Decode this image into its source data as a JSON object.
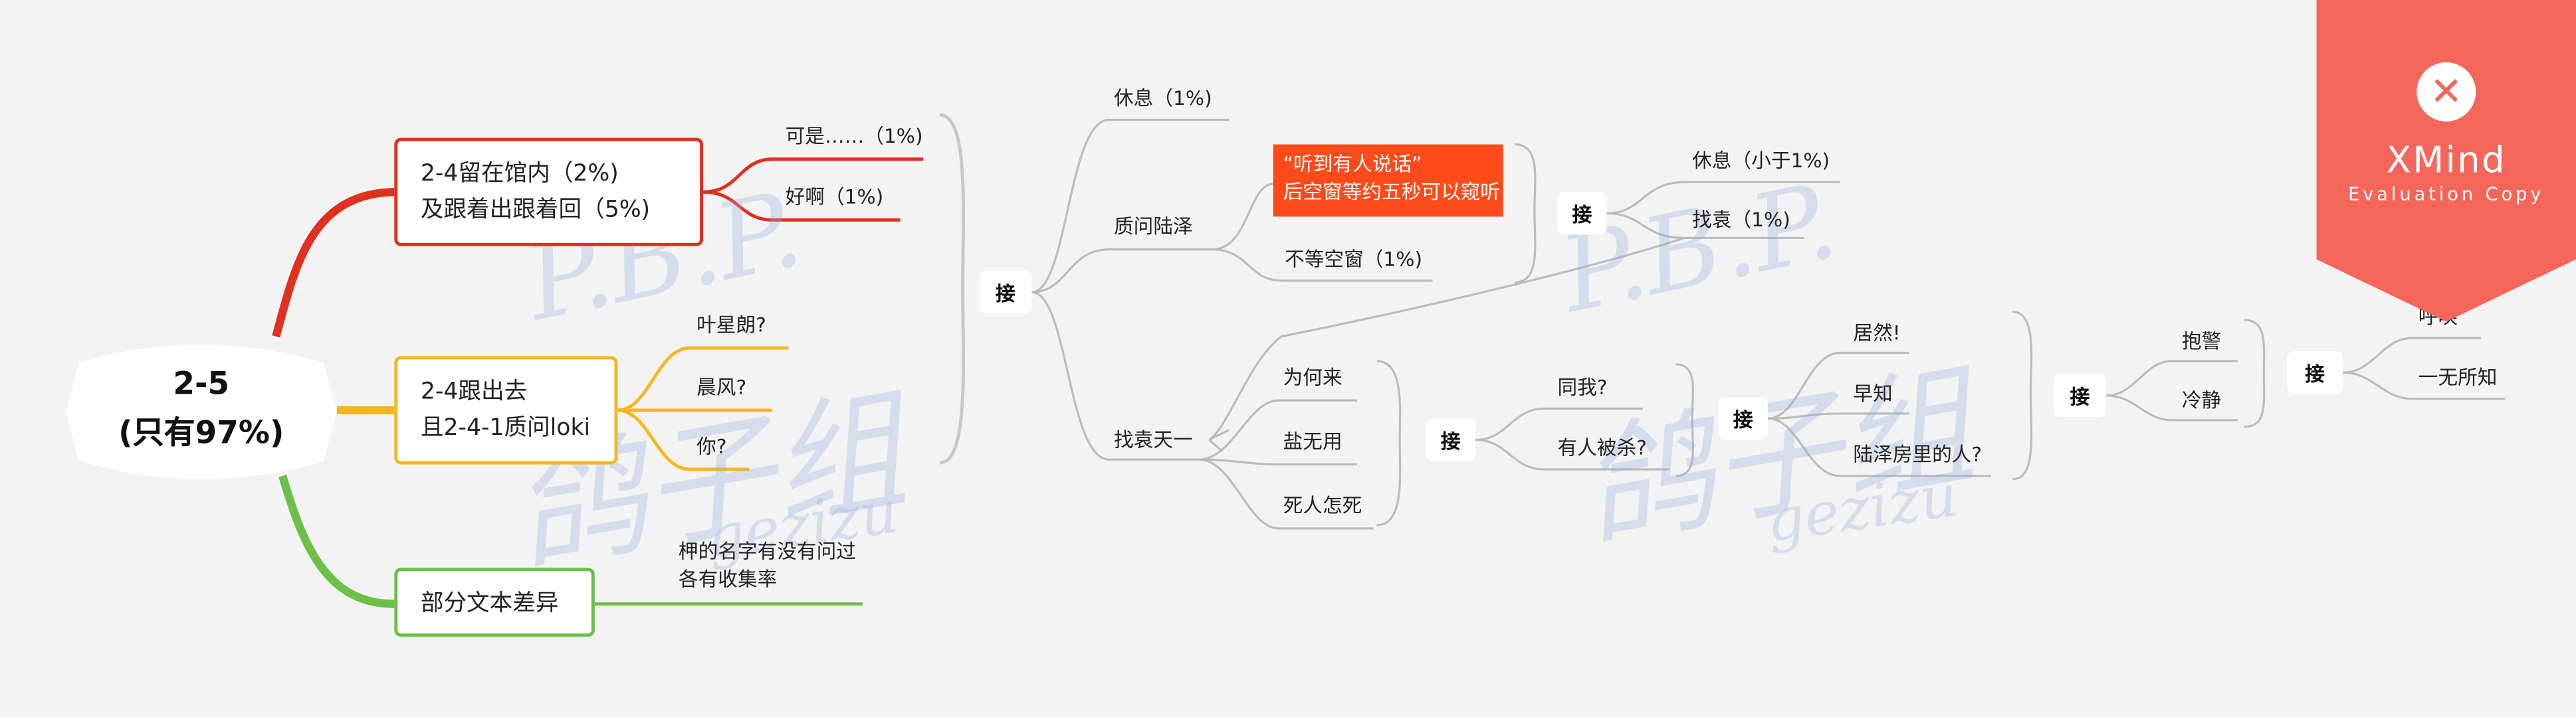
{
  "root": {
    "line1": "2-5",
    "line2": "(只有97%)"
  },
  "branches": {
    "b1": {
      "line1": "2-4留在馆内（2%)",
      "line2": "及跟着出跟着回（5%)",
      "children": [
        "可是……（1%)",
        "好啊（1%)"
      ]
    },
    "b2": {
      "line1": "2-4跟出去",
      "line2": "且2-4-1质问loki",
      "children": [
        "叶星朗?",
        "晨风?",
        "你?"
      ]
    },
    "b3": {
      "line1": "部分文本差异",
      "note_line1": "柙的名字有没有问过",
      "note_line2": "各有收集率"
    }
  },
  "connector": "接",
  "right": {
    "xiuxi": "休息（1%)",
    "zhiwen": "质问陆泽",
    "tingdao_line1": "“听到有人说话”",
    "tingdao_line2": "后空窗等约五秒可以窥听",
    "budeng": "不等空窗（1%)",
    "xiuxi2": "休息（小于1%)",
    "zhaoyuan": "找袁（1%)",
    "zhao_yuan_tianyi": "找袁天一",
    "weihe": "为何来",
    "yanwuyong": "盐无用",
    "siren": "死人怎死",
    "tongwo": "同我?",
    "beisha": "有人被杀?",
    "juran": "居然!",
    "zaozhi": "早知",
    "luze_room": "陆泽房里的人?",
    "baojing": "抱警",
    "lengjing": "冷静",
    "huhuan": "呼唤",
    "yiwusuozhi": "一无所知"
  },
  "badge": {
    "logo": "XMind",
    "sub": "Evaluation Copy"
  },
  "watermark": {
    "line1": "P.B.P.",
    "line2": "鸽子组",
    "line3": "gezizu"
  },
  "colors": {
    "red": "#e0301e",
    "yellow": "#f5b622",
    "green": "#6cc04a",
    "orange_box": "#ff4a1a",
    "badge": "#f4665a",
    "line": "#bcbcbc"
  }
}
